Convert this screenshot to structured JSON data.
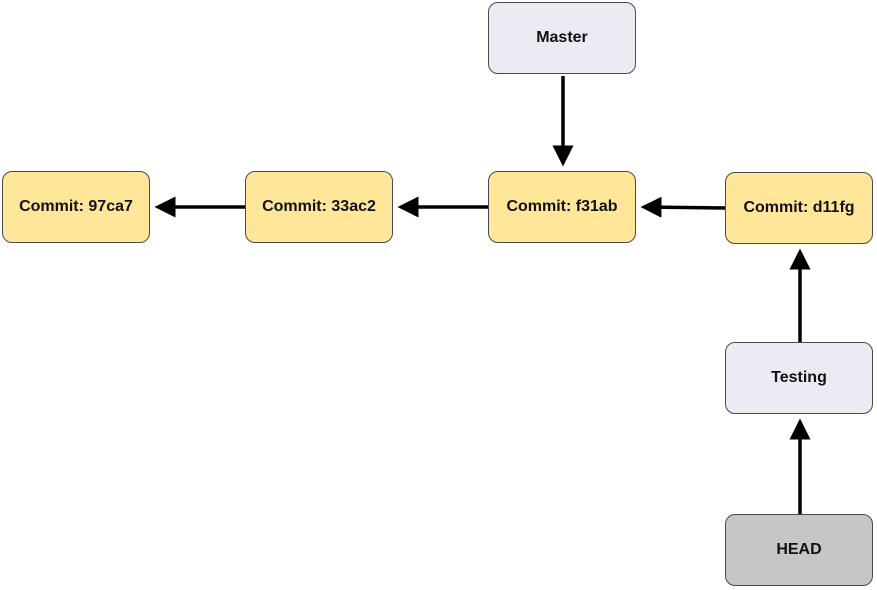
{
  "nodes": {
    "commit_97ca7": "Commit: 97ca7",
    "commit_33ac2": "Commit: 33ac2",
    "commit_f31ab": "Commit: f31ab",
    "commit_d11fg": "Commit: d11fg",
    "branch_master": "Master",
    "branch_testing": "Testing",
    "head": "HEAD"
  },
  "colors": {
    "commit_fill": "#FFE699",
    "branch_fill": "#EDEAF4",
    "head_fill": "#C6C6C6",
    "border": "#4a4a4a",
    "arrow": "#000000"
  }
}
